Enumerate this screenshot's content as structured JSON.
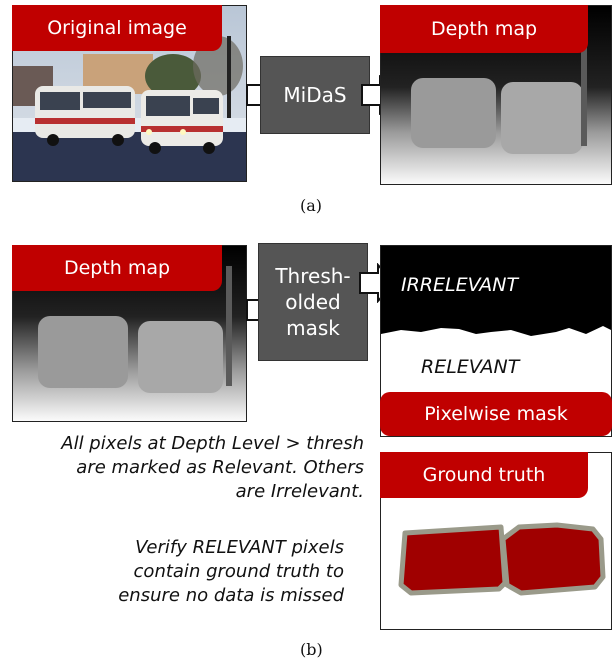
{
  "part_a": {
    "original_label": "Original image",
    "model_label": "MiDaS",
    "depth_label": "Depth map",
    "caption": "(a)"
  },
  "part_b": {
    "depth_label": "Depth map",
    "threshold_label_lines": [
      "Thresh-",
      "olded",
      "mask"
    ],
    "irrelevant_label": "IRRELEVANT",
    "relevant_label": "RELEVANT",
    "pixelwise_label": "Pixelwise mask",
    "ground_truth_label": "Ground truth",
    "note1_lines": [
      "All pixels at Depth Level > thresh",
      "are marked as Relevant. Others",
      "are Irrelevant."
    ],
    "note2_lines": [
      "Verify RELEVANT pixels",
      "contain ground truth to",
      "ensure no data is missed"
    ],
    "caption": "(b)"
  },
  "colors": {
    "accent": "#c00000",
    "process_box": "#555555",
    "mask_fill": "#a00000"
  }
}
